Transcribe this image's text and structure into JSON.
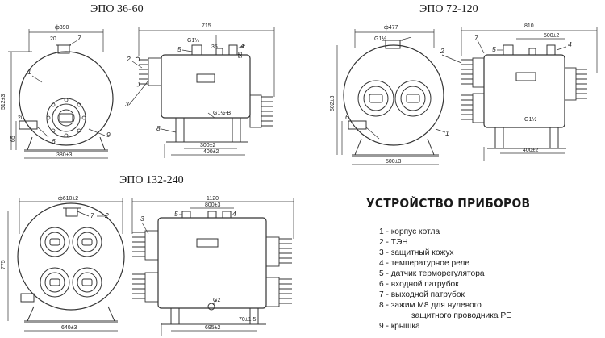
{
  "titles": {
    "epo_36_60": "ЭПО 36-60",
    "epo_72_120": "ЭПО 72-120",
    "epo_132_240": "ЭПО 132-240"
  },
  "legend": {
    "title": "УСТРОЙСТВО ПРИБОРОВ",
    "items": [
      "1 - корпус котла",
      "2 - ТЭН",
      "3 - защитный кожух",
      "4 - температурное реле",
      "5 - датчик терморегулятора",
      "6 - входной патрубок",
      "7 - выходной патрубок",
      "8 - зажим М8 для нулевого",
      "защитного проводника РЕ",
      "9 - крышка"
    ]
  },
  "dims": {
    "d390": "ф390",
    "len715": "715",
    "h512": "512±3",
    "w380": "380±3",
    "w300": "300±2",
    "w400": "400±2",
    "g112": "G1½",
    "g112b": "G1½-В",
    "d20": "20",
    "d35": "35",
    "d55": "55",
    "d65": "65",
    "d477": "ф477",
    "len810": "810",
    "w500b": "500±2",
    "h602": "602±3",
    "w500": "500±3",
    "w400b": "400±2",
    "d610": "ф610±2",
    "len1120": "1120",
    "w800": "800±3",
    "h775": "775",
    "w640": "640±3",
    "w695": "695±2",
    "w70": "70±1.5",
    "g2": "G2"
  },
  "callouts": [
    "1",
    "2",
    "3",
    "4",
    "5",
    "6",
    "7",
    "8",
    "9"
  ],
  "colors": {
    "line": "#333333",
    "text": "#1a1a1a",
    "background": "#ffffff"
  }
}
